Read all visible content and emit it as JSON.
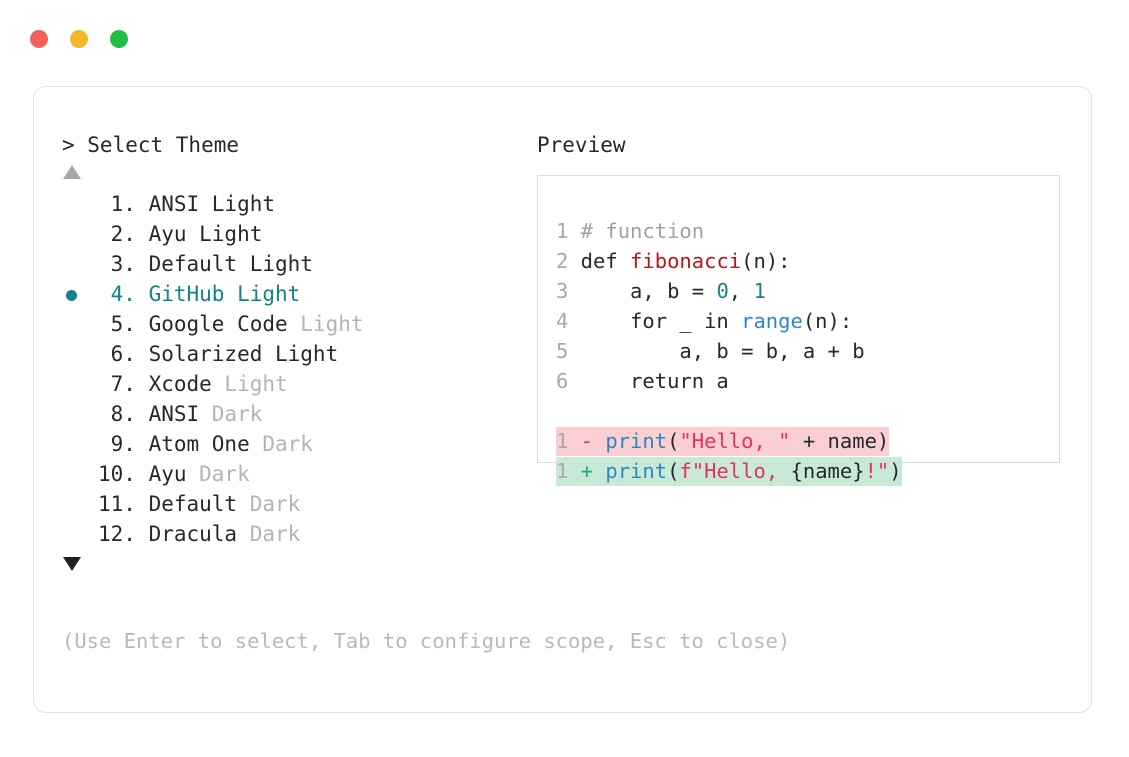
{
  "window": {
    "traffic_lights": [
      {
        "name": "close",
        "color": "#f2615c"
      },
      {
        "name": "minimize",
        "color": "#f5b72a"
      },
      {
        "name": "maximize",
        "color": "#22bf48"
      }
    ]
  },
  "prompt": {
    "label": "> Select Theme",
    "scroll_up_icon": "triangle-up-icon",
    "scroll_down_icon": "triangle-down-icon"
  },
  "preview": {
    "label": "Preview"
  },
  "accent": {
    "selected": "#13838b",
    "muted": "#b4b4b7",
    "hint": "#b9b9bc",
    "diff_delete_bg": "#fbcfd1",
    "diff_add_bg": "#c9e9d7"
  },
  "themes": [
    {
      "num": " 1.",
      "name": "ANSI Light",
      "variant": "",
      "selected": false
    },
    {
      "num": " 2.",
      "name": "Ayu Light",
      "variant": "",
      "selected": false
    },
    {
      "num": " 3.",
      "name": "Default Light",
      "variant": "",
      "selected": false
    },
    {
      "num": " 4.",
      "name": "GitHub Light",
      "variant": "",
      "selected": true
    },
    {
      "num": " 5.",
      "name": "Google Code",
      "variant": "Light",
      "selected": false
    },
    {
      "num": " 6.",
      "name": "Solarized Light",
      "variant": "",
      "selected": false
    },
    {
      "num": " 7.",
      "name": "Xcode",
      "variant": "Light",
      "selected": false
    },
    {
      "num": " 8.",
      "name": "ANSI",
      "variant": "Dark",
      "selected": false
    },
    {
      "num": " 9.",
      "name": "Atom One",
      "variant": "Dark",
      "selected": false
    },
    {
      "num": "10.",
      "name": "Ayu",
      "variant": "Dark",
      "selected": false
    },
    {
      "num": "11.",
      "name": "Default",
      "variant": "Dark",
      "selected": false
    },
    {
      "num": "12.",
      "name": "Dracula",
      "variant": "Dark",
      "selected": false
    }
  ],
  "code": {
    "lines": [
      {
        "n": "1",
        "tokens": [
          {
            "t": "# function",
            "c": "comment"
          }
        ]
      },
      {
        "n": "2",
        "tokens": [
          {
            "t": "def ",
            "c": "plain"
          },
          {
            "t": "fibonacci",
            "c": "func"
          },
          {
            "t": "(n):",
            "c": "plain"
          }
        ]
      },
      {
        "n": "3",
        "tokens": [
          {
            "t": "    a, b = ",
            "c": "plain"
          },
          {
            "t": "0",
            "c": "num"
          },
          {
            "t": ", ",
            "c": "plain"
          },
          {
            "t": "1",
            "c": "num"
          }
        ]
      },
      {
        "n": "4",
        "tokens": [
          {
            "t": "    for _ in ",
            "c": "plain"
          },
          {
            "t": "range",
            "c": "builtin"
          },
          {
            "t": "(n):",
            "c": "plain"
          }
        ]
      },
      {
        "n": "5",
        "tokens": [
          {
            "t": "        a, b = b, a + b",
            "c": "plain"
          }
        ]
      },
      {
        "n": "6",
        "tokens": [
          {
            "t": "    return a",
            "c": "plain"
          }
        ]
      }
    ],
    "diff": [
      {
        "n": "1",
        "sign": "-",
        "kind": "delete",
        "tokens": [
          {
            "t": "print",
            "c": "builtin"
          },
          {
            "t": "(",
            "c": "plain"
          },
          {
            "t": "\"Hello, \"",
            "c": "string"
          },
          {
            "t": " + name)",
            "c": "plain"
          }
        ]
      },
      {
        "n": "1",
        "sign": "+",
        "kind": "add",
        "tokens": [
          {
            "t": "print",
            "c": "builtin"
          },
          {
            "t": "(",
            "c": "plain"
          },
          {
            "t": "f\"Hello, ",
            "c": "fstr"
          },
          {
            "t": "{name}",
            "c": "plain"
          },
          {
            "t": "!\"",
            "c": "fstr"
          },
          {
            "t": ")",
            "c": "plain"
          }
        ]
      }
    ]
  },
  "hint": {
    "text": "(Use Enter to select, Tab to configure scope, Esc to close)"
  }
}
